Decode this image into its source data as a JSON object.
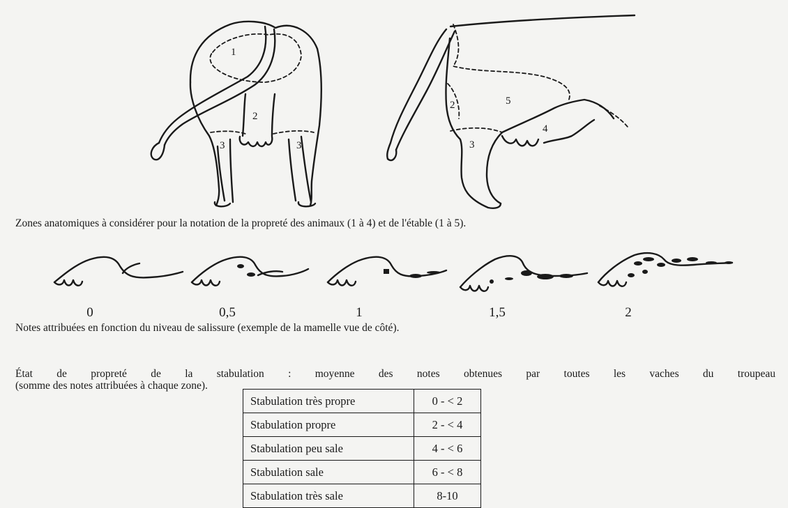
{
  "figure_top": {
    "rear_view_zone_labels": [
      "1",
      "2",
      "3",
      "3"
    ],
    "side_view_zone_labels": [
      "2",
      "5",
      "4",
      "3"
    ],
    "caption": "Zones anatomiques à considérer pour la notation de la propreté des animaux (1 à 4) et de l'étable (1 à 5)."
  },
  "figure_udders": {
    "notes": [
      "0",
      "0,5",
      "1",
      "1,5",
      "2"
    ],
    "caption": "Notes attribuées en fonction du niveau de salissure (exemple de la mamelle vue de côté)."
  },
  "paragraph": {
    "line1": "État de propreté de la stabulation : moyenne des notes obtenues par toutes les vaches du troupeau",
    "line2": "(somme des notes attribuées à chaque zone)."
  },
  "table": {
    "rows": [
      {
        "label": "Stabulation très propre",
        "range": "0 - < 2"
      },
      {
        "label": "Stabulation propre",
        "range": "2 - < 4"
      },
      {
        "label": "Stabulation peu sale",
        "range": "4 - < 6"
      },
      {
        "label": "Stabulation sale",
        "range": "6 - < 8"
      },
      {
        "label": "Stabulation très sale",
        "range": "8-10"
      }
    ]
  }
}
